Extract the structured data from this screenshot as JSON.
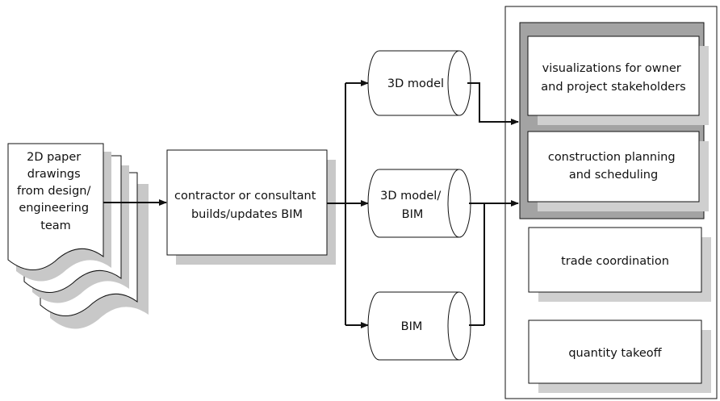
{
  "documents": {
    "lines": [
      "2D paper",
      "drawings",
      "from design/",
      "engineering",
      "team"
    ]
  },
  "process": {
    "lines": [
      "contractor or consultant",
      "builds/updates BIM"
    ]
  },
  "models": [
    {
      "id": "3d-model",
      "lines": [
        "3D model"
      ]
    },
    {
      "id": "3d-model-bim",
      "lines": [
        "3D model/",
        "BIM"
      ]
    },
    {
      "id": "bim",
      "lines": [
        "BIM"
      ]
    }
  ],
  "uses": [
    {
      "id": "visualizations",
      "lines": [
        "visualizations for owner",
        "and project stakeholders"
      ]
    },
    {
      "id": "construction-planning",
      "lines": [
        "construction planning",
        "and scheduling"
      ]
    },
    {
      "id": "trade-coordination",
      "lines": [
        "trade coordination"
      ]
    },
    {
      "id": "quantity-takeoff",
      "lines": [
        "quantity takeoff"
      ]
    }
  ],
  "colors": {
    "stroke": "#111111",
    "shadow": "#c8c8c8",
    "highlight_panel": "#a3a3a3",
    "fill": "#ffffff"
  }
}
